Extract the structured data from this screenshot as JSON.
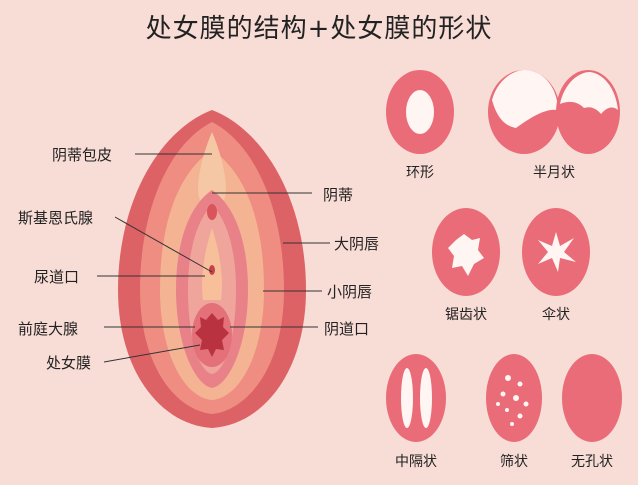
{
  "title": "处女膜的结构+处女膜的形状",
  "anatomy_labels": {
    "clitoral_hood": "阴蒂包皮",
    "clitoris": "阴蒂",
    "labia_majora": "大阴唇",
    "skene_gland": "斯基恩氏腺",
    "urethral_opening": "尿道口",
    "labia_minora": "小阴唇",
    "bartholin_gland": "前庭大腺",
    "vaginal_opening": "阴道口",
    "hymen": "处女膜"
  },
  "shapes": [
    {
      "key": "annular",
      "label": "环形"
    },
    {
      "key": "crescentic",
      "label": "半月状"
    },
    {
      "key": "serrated",
      "label": "锯齿状"
    },
    {
      "key": "umbrella",
      "label": "伞状"
    },
    {
      "key": "septate",
      "label": "中隔状"
    },
    {
      "key": "cribriform",
      "label": "筛状"
    },
    {
      "key": "imperforate",
      "label": "无孔状"
    }
  ],
  "colors": {
    "background": "#f8dcd6",
    "outer": "#e06a6e",
    "mid": "#f08f86",
    "light": "#f6c3a6",
    "inner_pink": "#ec8a90",
    "hymen_fill": "#ea6c78",
    "opening": "#fff5f2"
  }
}
